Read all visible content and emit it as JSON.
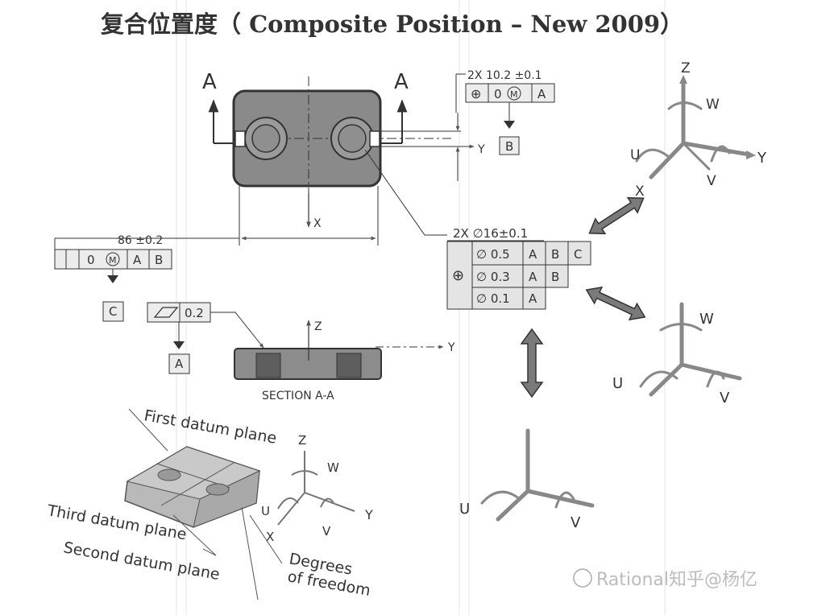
{
  "title": "复合位置度（ Composite Position – New 2009）",
  "top_view": {
    "section_marker_left": "A",
    "section_marker_right": "A",
    "x_axis": "X",
    "y_axis": "Y",
    "slot_fcf": {
      "dimension": "2X 10.2 ±0.1",
      "symbol": "⊕",
      "tolerance": "0",
      "modifier": "M",
      "datum": "A"
    },
    "datum_b": "B"
  },
  "width_dim": {
    "value": "86 ±0.2",
    "fcf_tolerance": "0",
    "modifier": "M",
    "datum_1": "A",
    "datum_2": "B",
    "datum_c": "C"
  },
  "flatness": {
    "symbol": "▱",
    "value": "0.2",
    "datum_a": "A"
  },
  "section": {
    "z_axis": "Z",
    "y_axis": "Y",
    "label": "SECTION A-A"
  },
  "hole_callout": {
    "dimension": "2X ∅16±0.1",
    "symbol": "⊕",
    "rows": [
      {
        "tol": "∅ 0.5",
        "datums": [
          "A",
          "B",
          "C"
        ]
      },
      {
        "tol": "∅ 0.3",
        "datums": [
          "A",
          "B"
        ]
      },
      {
        "tol": "∅ 0.1",
        "datums": [
          "A"
        ]
      }
    ]
  },
  "dof_frames": {
    "six": {
      "z": "Z",
      "w": "W",
      "u": "U",
      "y": "Y",
      "v": "V",
      "x": "X"
    },
    "four": {
      "w": "W",
      "u": "U",
      "v": "V"
    },
    "two": {
      "u": "U",
      "v": "V"
    },
    "iso": {
      "z": "Z",
      "w": "W",
      "u": "U",
      "y": "Y",
      "v": "V",
      "x": "X"
    }
  },
  "iso_labels": {
    "first": "First datum plane",
    "third": "Third datum plane",
    "second": "Second datum plane",
    "dof_line1": "Degrees",
    "dof_line2": "of freedom"
  },
  "watermark": "Rational知乎@杨亿"
}
